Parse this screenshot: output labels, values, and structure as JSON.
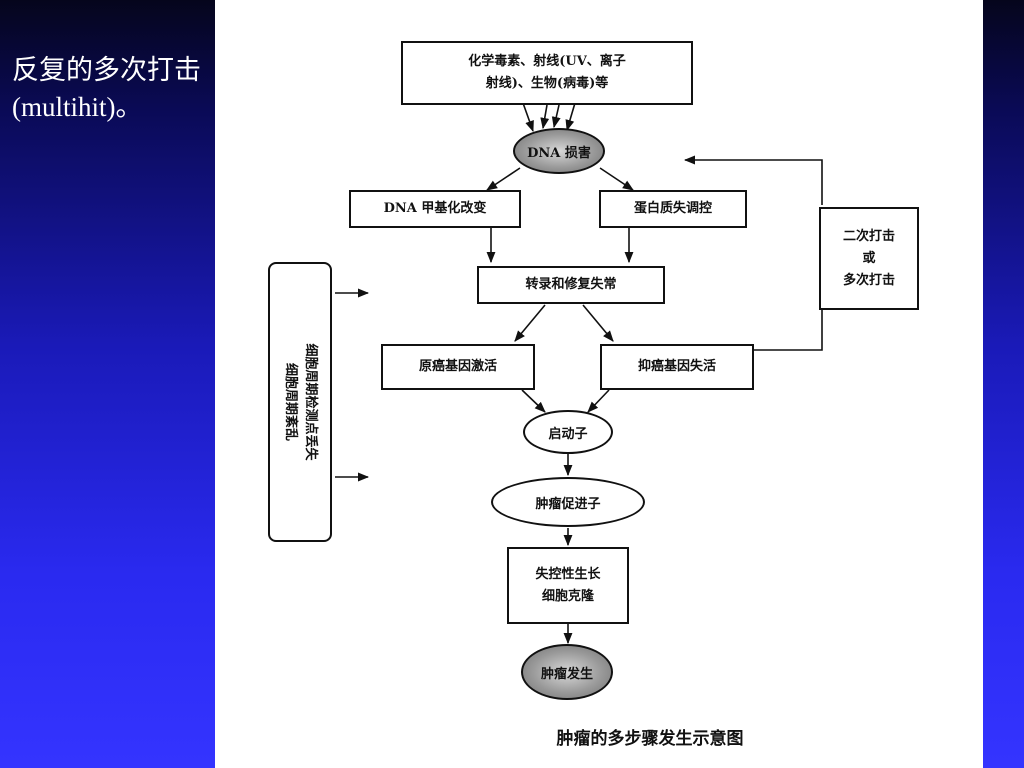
{
  "caption": "反复的多次打击(multihit)。",
  "diagram": {
    "title": "肿瘤的多步骤发生示意图",
    "nodes": {
      "agents": "化学毒素、射线(UV、离子\n射线)、生物(病毒)等",
      "dna_damage": "DNA 损害",
      "methylation": "DNA 甲基化改变",
      "protein": "蛋白质失调控",
      "transcription": "转录和修复失常",
      "oncogene": "原癌基因激活",
      "suppressor": "抑癌基因失活",
      "initiator": "启动子",
      "promoter": "肿瘤促进子",
      "growth": "失控性生长\n细胞克隆",
      "tumor": "肿瘤发生",
      "multihit": "二次打击\n或\n多次打击",
      "cellcycle": "细胞周期检测点丢失\n细胞周期紊乱"
    }
  }
}
